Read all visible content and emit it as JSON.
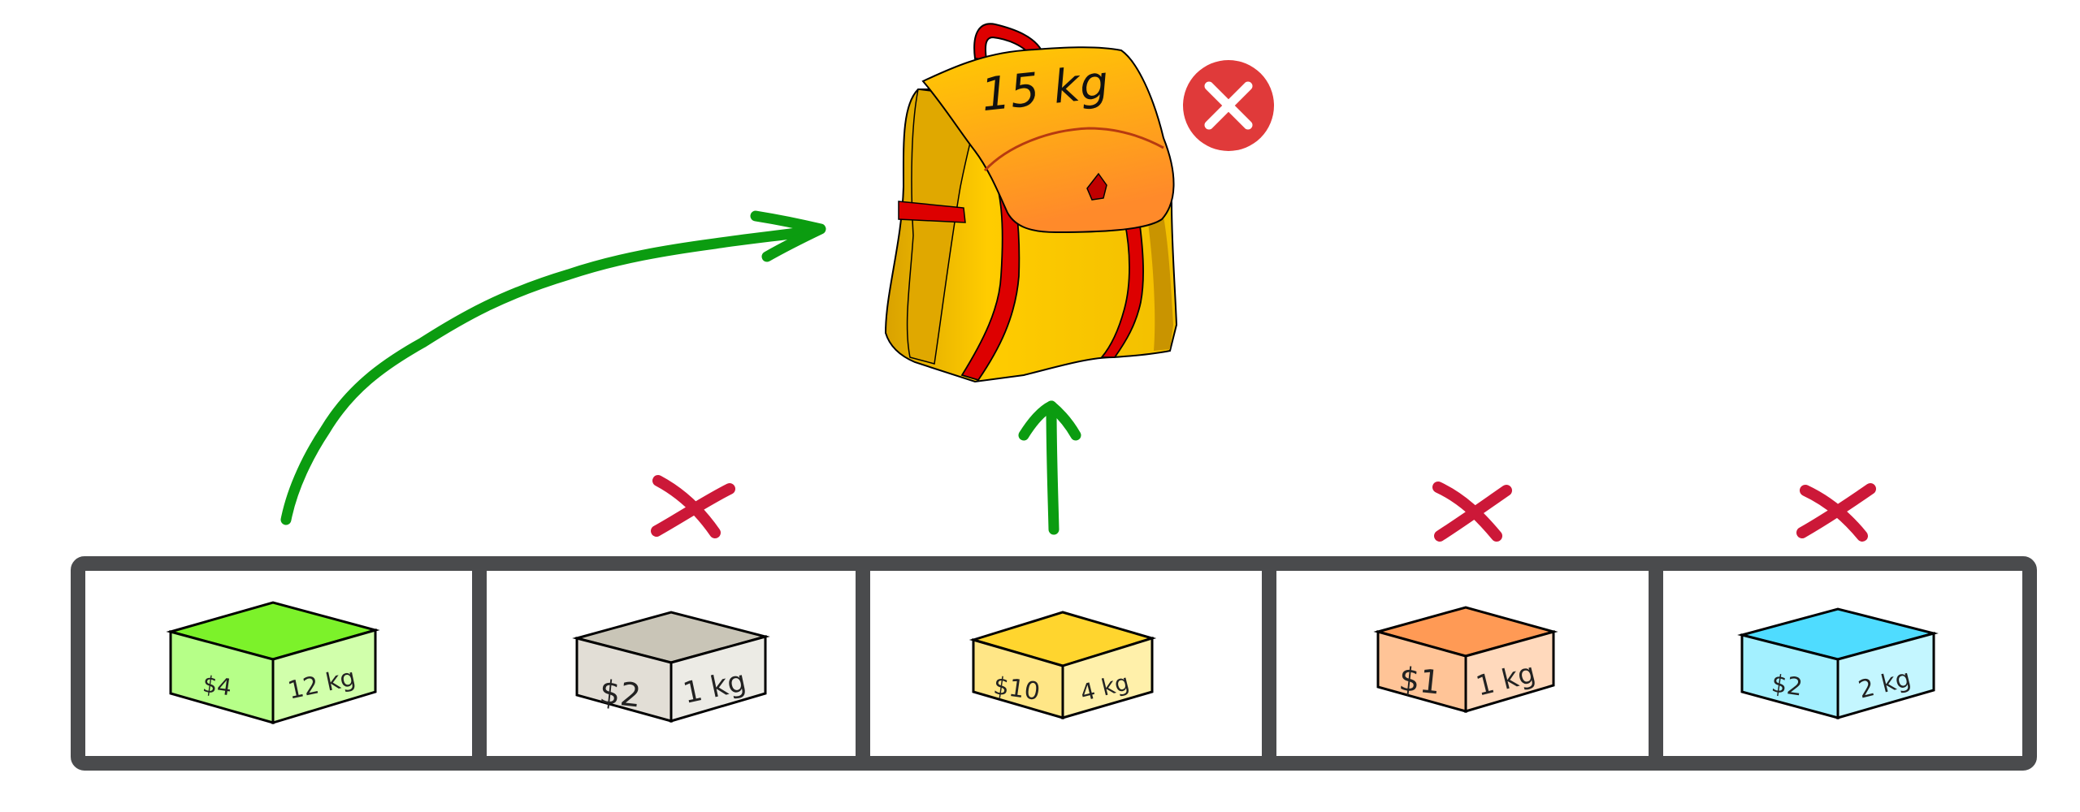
{
  "knapsack": {
    "capacity_label": "15 kg",
    "status_icon": "close-icon",
    "status_color": "#e03a3a"
  },
  "items": [
    {
      "value": "$4",
      "weight": "12 kg",
      "selected": true,
      "colors": {
        "top": "#7cf22a",
        "left": "#b6ff88",
        "right": "#d1ffab"
      }
    },
    {
      "value": "$2",
      "weight": "1 kg",
      "selected": false,
      "colors": {
        "top": "#c9c5b7",
        "left": "#e2ded6",
        "right": "#ecebe5"
      }
    },
    {
      "value": "$10",
      "weight": "4 kg",
      "selected": true,
      "colors": {
        "top": "#ffd52e",
        "left": "#ffe686",
        "right": "#fff0aa"
      }
    },
    {
      "value": "$1",
      "weight": "1 kg",
      "selected": false,
      "colors": {
        "top": "#ff9a55",
        "left": "#ffc497",
        "right": "#ffd9bc"
      }
    },
    {
      "value": "$2",
      "weight": "2 kg",
      "selected": false,
      "colors": {
        "top": "#4fdcff",
        "left": "#a3f0ff",
        "right": "#c4f6ff"
      }
    }
  ],
  "colors": {
    "arrow": "#0b9c10",
    "reject_mark": "#cc1838",
    "shelf": "#4a4b4d",
    "bag_body": "#ffcc00",
    "bag_flap": "#ff9f2a",
    "bag_strap": "#dd0000"
  }
}
